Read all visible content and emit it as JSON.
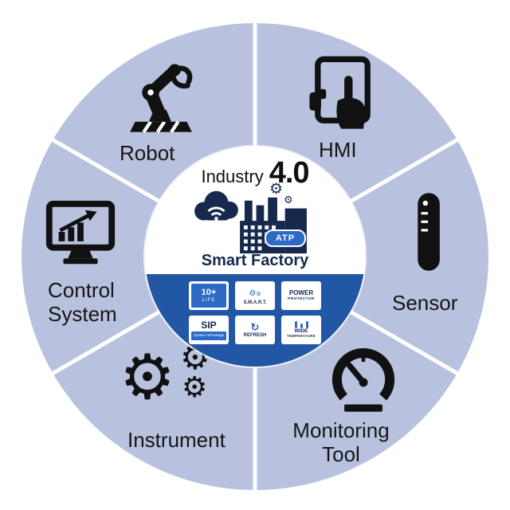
{
  "title": {
    "prefix": "Industry",
    "version": "4.0"
  },
  "center": {
    "caption": "Smart Factory",
    "factory_badge": "ATP"
  },
  "segments": [
    {
      "label": "Robot",
      "icon": "robot-arm-icon"
    },
    {
      "label": "HMI",
      "icon": "hand-tablet-icon"
    },
    {
      "label": "Sensor",
      "icon": "sensor-probe-icon"
    },
    {
      "label": "Monitoring Tool",
      "icon": "gauge-icon"
    },
    {
      "label": "Instrument",
      "icon": "gears-icon"
    },
    {
      "label": "Control System",
      "icon": "monitor-chart-icon"
    }
  ],
  "badges": {
    "life": {
      "top": "10+",
      "mid": "LIFE"
    },
    "smart": {
      "label": "S.M.A.R.T."
    },
    "power": {
      "line1": "POWER",
      "line2": "PROTECTOR"
    },
    "sip": {
      "top": "SIP",
      "bottom": "System InPackage"
    },
    "refresh": {
      "icon": "↻",
      "label": "REFRESH"
    },
    "wide": {
      "line1": "WIDE",
      "line2": "TEMPERATURE"
    }
  },
  "icons": {
    "gear": "⚙"
  },
  "colors": {
    "ring": "#b8c2de",
    "band_blue": "#2257a5",
    "navy": "#16294d",
    "badge_blue": "#2d6ac6",
    "icon_black": "#111111"
  }
}
